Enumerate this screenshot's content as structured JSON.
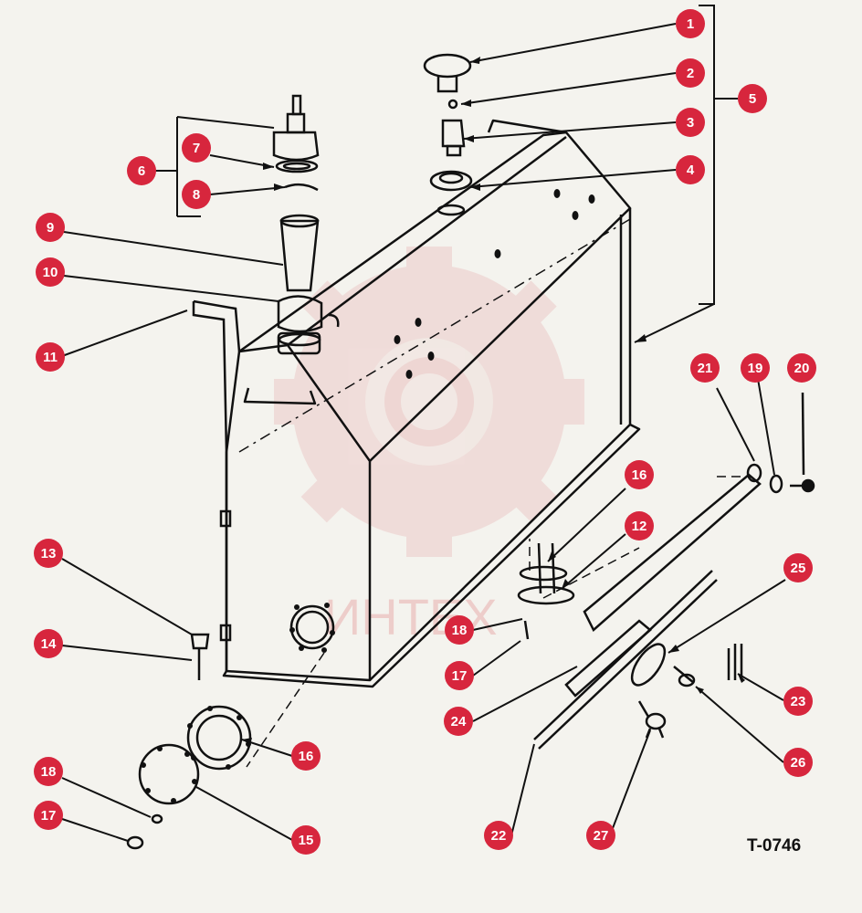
{
  "drawing_code": "T-0746",
  "watermark_text": "ИНТЕХ",
  "callout_color": "#d7263d",
  "line_color": "#111111",
  "watermark_color": "#e8b4b4",
  "callouts": [
    "1",
    "2",
    "3",
    "4",
    "5",
    "6",
    "7",
    "8",
    "9",
    "10",
    "11",
    "12",
    "13",
    "14",
    "15",
    "16",
    "16",
    "17",
    "17",
    "18",
    "18",
    "19",
    "20",
    "21",
    "22",
    "23",
    "24",
    "25",
    "26",
    "27"
  ]
}
